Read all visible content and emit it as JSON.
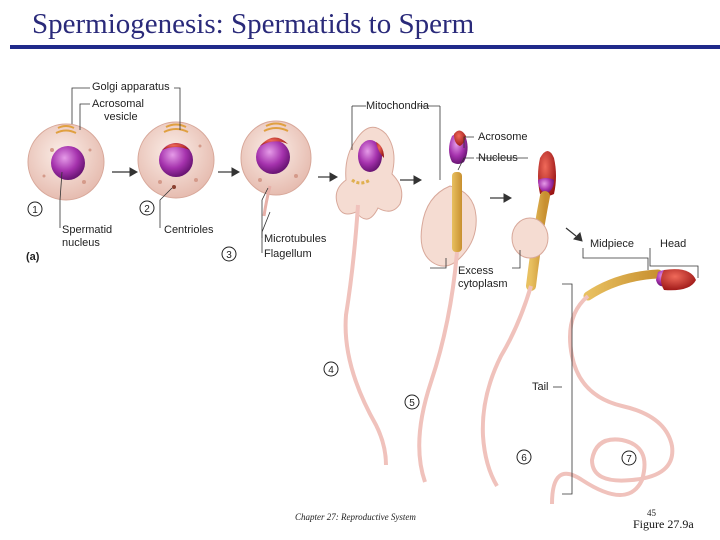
{
  "title": "Spermiogenesis: Spermatids to Sperm",
  "labels": {
    "golgi": "Golgi apparatus",
    "acrosomal_1": "Acrosomal",
    "acrosomal_2": "vesicle",
    "spermatid_1": "Spermatid",
    "spermatid_2": "nucleus",
    "centrioles": "Centrioles",
    "mitochondria": "Mitochondria",
    "microtubules": "Microtubules",
    "flagellum": "Flagellum",
    "acrosome": "Acrosome",
    "nucleus": "Nucleus",
    "excess_1": "Excess",
    "excess_2": "cytoplasm",
    "midpiece": "Midpiece",
    "head": "Head",
    "tail": "Tail",
    "panel": "(a)"
  },
  "steps": [
    "1",
    "2",
    "3",
    "4",
    "5",
    "6",
    "7"
  ],
  "footer": {
    "chapter": "Chapter 27: Reproductive System",
    "page": "45",
    "figure": "Figure 27.9a"
  },
  "colors": {
    "title": "#2a2a7a",
    "rule": "#1f2a8a",
    "cytoplasm": "#f2d6cc",
    "nucleus": "#9a2aa0",
    "acrosome": "#c8282a",
    "mitochondria": "#e0b050",
    "tail": "#f0c2bc"
  }
}
